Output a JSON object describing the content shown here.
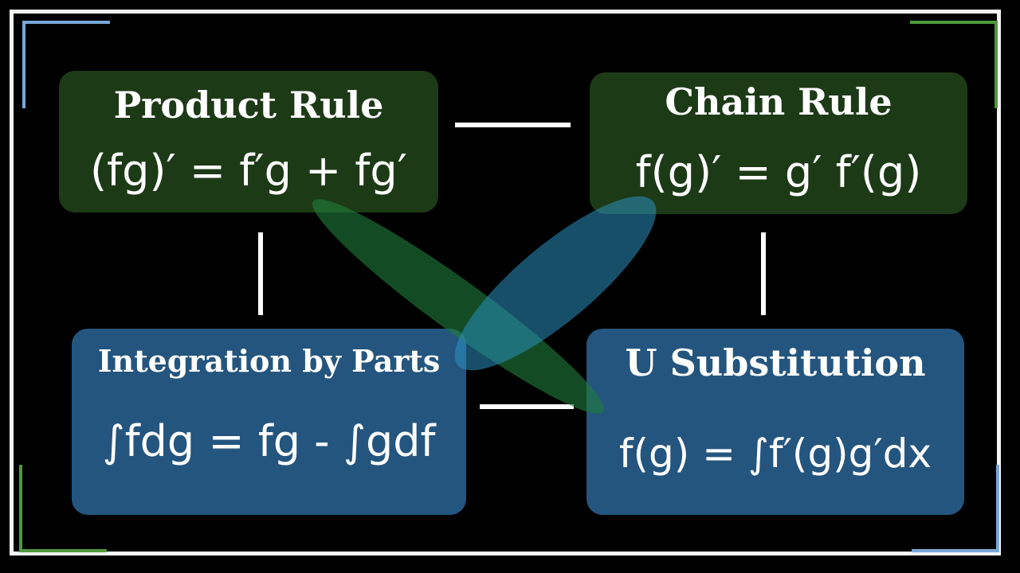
{
  "boxes": {
    "product_rule": {
      "title": "Product Rule",
      "formula": "(fg)′ = f′g + fg′"
    },
    "chain_rule": {
      "title": "Chain Rule",
      "formula": "f(g)′ = g′ f′(g)"
    },
    "integration_by_parts": {
      "title": "Integration by Parts",
      "formula": "∫fdg = fg - ∫gdf"
    },
    "u_substitution": {
      "title": "U Substitution",
      "formula": "f(g) = ∫f′(g)g′dx"
    }
  },
  "colors": {
    "derivative_box": "#1d3a16",
    "integral_box": "#24557e",
    "frame": "#f4f4f4",
    "corner_blue": "#7aa8d8",
    "corner_green": "#4f9a3c",
    "ellipse_green": "#1f7a3a",
    "ellipse_blue": "#2a8fc0"
  }
}
